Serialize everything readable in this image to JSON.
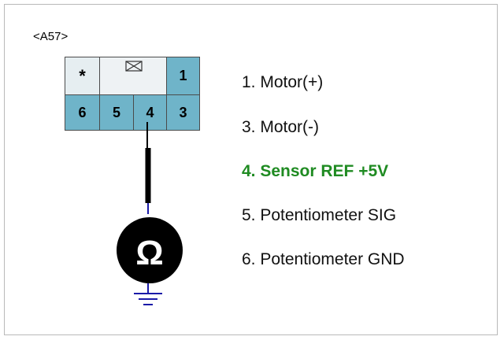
{
  "connector": {
    "id": "<A57>",
    "cells": {
      "star": "*",
      "c1": "1",
      "c6": "6",
      "c5": "5",
      "c4": "4",
      "c3": "3"
    }
  },
  "meter": {
    "symbol": "Ω"
  },
  "pins": [
    {
      "label": "1. Motor(+)"
    },
    {
      "label": "3. Motor(-)"
    },
    {
      "label": "4. Sensor REF +5V"
    },
    {
      "label": "5. Potentiometer SIG"
    },
    {
      "label": "6. Potentiometer GND"
    }
  ],
  "colors": {
    "cell_fill": "#6fb4c9",
    "highlight": "#1f8b22",
    "probe_lead": "#1a1aa8"
  }
}
